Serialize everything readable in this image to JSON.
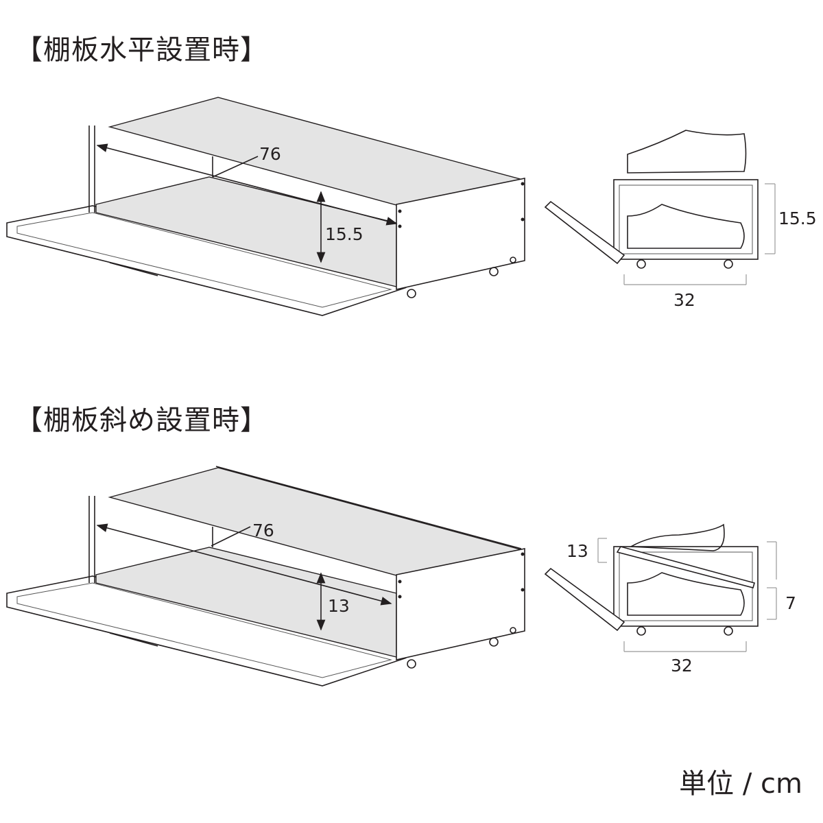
{
  "section_horizontal": {
    "title": "【棚板水平設置時】",
    "width_label": "76",
    "height_label": "15.5",
    "side_height_label": "15.5",
    "side_depth_label": "32"
  },
  "section_slanted": {
    "title": "【棚板斜め設置時】",
    "width_label": "76",
    "height_label": "13",
    "side_upper_label": "13",
    "side_lower_label": "7",
    "side_depth_label": "32"
  },
  "unit_label": "単位 / cm",
  "colors": {
    "line": "#231f20",
    "shelf": "#e4e4e4",
    "dimension": "#999999"
  }
}
